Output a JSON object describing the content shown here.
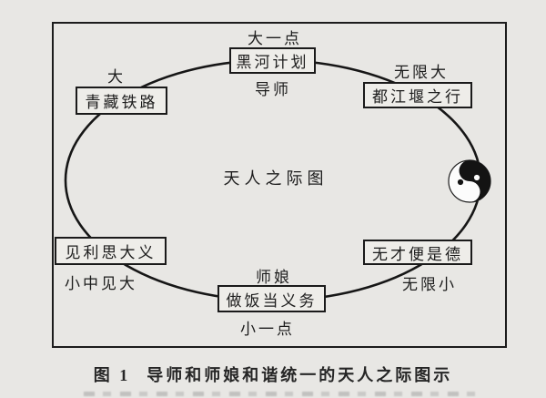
{
  "figure": {
    "center_title": "天人之际图",
    "nodes": {
      "top": {
        "box": "黑河计划",
        "above": "大一点",
        "below": "导师"
      },
      "top_left": {
        "box": "青藏铁路",
        "above": "大"
      },
      "top_right": {
        "box": "都江堰之行",
        "above": "无限大"
      },
      "bottom_left": {
        "box": "见利思大义",
        "below": "小中见大"
      },
      "bottom_right": {
        "box": "无才便是德",
        "below": "无限小"
      },
      "bottom": {
        "box": "做饭当义务",
        "above": "师娘",
        "below": "小一点"
      }
    },
    "icons": {
      "taiji": "yin-yang-symbol"
    },
    "colors": {
      "page_bg": "#e8e7e4",
      "box_bg": "#eeede9",
      "ink": "#1a1a1a",
      "taiji_black": "#131313",
      "taiji_white": "#fcfcfc"
    }
  },
  "caption": {
    "figure_label": "图 1",
    "text": "导师和师娘和谐统一的天人之际图示"
  }
}
